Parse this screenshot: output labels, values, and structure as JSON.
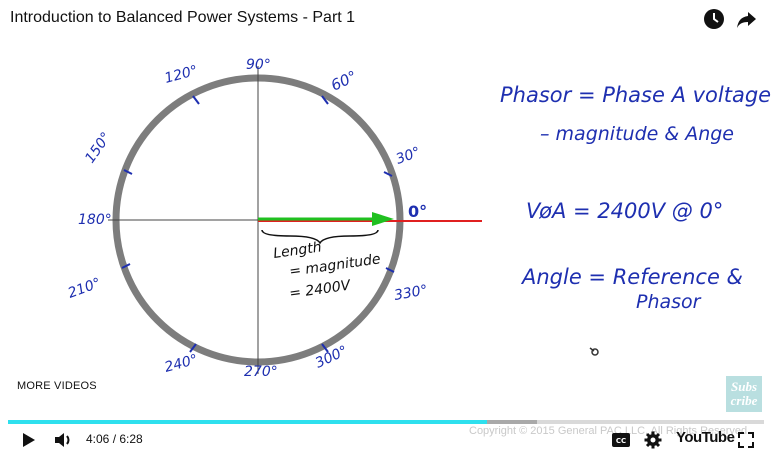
{
  "header": {
    "title": "Introduction to Balanced Power Systems - Part 1",
    "icons": [
      "watch-later-icon",
      "share-icon"
    ]
  },
  "board": {
    "angles": {
      "a0": "0°",
      "a30": "30°",
      "a60": "60°",
      "a90": "90°",
      "a120": "120°",
      "a150": "150°",
      "a180": "180°",
      "a210": "210°",
      "a240": "240°",
      "a270": "270°",
      "a300": "300°",
      "a330": "330°"
    },
    "length_note": [
      "Length",
      "= magnitude",
      "= 2400V"
    ],
    "notes": {
      "line1": "Phasor = Phase A voltage",
      "line2": "– magnitude & Ange",
      "line3": "VøA = 2400V @ 0°",
      "line4": "Angle = Reference &",
      "line5": "Phasor"
    },
    "colors": {
      "circle": "#7d7d7d",
      "ink": "#1e2fb0",
      "phasor": "#20c020",
      "reference": "#e02020"
    }
  },
  "more_videos_label": "MORE VIDEOS",
  "subscribe": {
    "line1": "Subs",
    "line2": "cribe"
  },
  "player": {
    "current_time": "4:06",
    "separator": " / ",
    "duration": "6:28",
    "progress_fraction": 0.634,
    "buffered_fraction": 0.7,
    "accent": "#2ee0ee",
    "copyright": "Copyright © 2015 General PAC LLC. All Rights Reserved.",
    "logo": "YouTube",
    "icons": [
      "play-icon",
      "volume-icon",
      "captions-icon",
      "settings-icon",
      "fullscreen-icon"
    ]
  }
}
